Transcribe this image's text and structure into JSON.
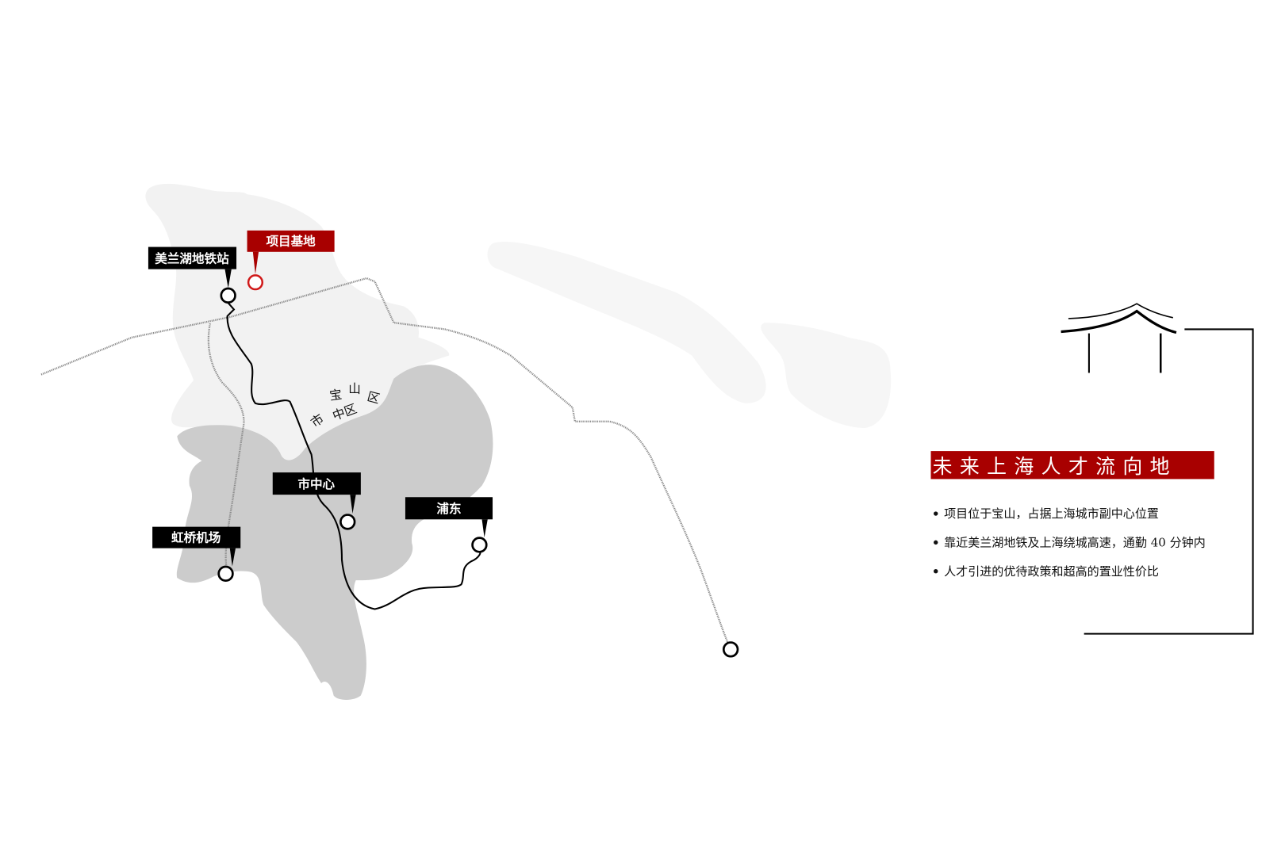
{
  "map": {
    "markers": {
      "project_site": "项目基地",
      "meilan_lake_station": "美兰湖地铁站",
      "city_center": "市中心",
      "pudong": "浦东",
      "hongqiao_airport": "虹桥机场"
    },
    "districts": {
      "baoshan": [
        "宝",
        "山",
        "区"
      ],
      "urban": [
        "市",
        "中区"
      ]
    },
    "colors": {
      "accent": "#a80000",
      "marker_bg": "#000000",
      "land_light": "#f2f2f2",
      "land_dark": "#cccccc",
      "island": "#f6f6f6"
    }
  },
  "panel": {
    "title": "未来上海人才流向地",
    "bullets": [
      "项目位于宝山，占据上海城市副中心位置",
      "靠近美兰湖地铁及上海绕城高速，通勤 40 分钟内",
      "人才引进的优待政策和超高的置业性价比"
    ]
  }
}
